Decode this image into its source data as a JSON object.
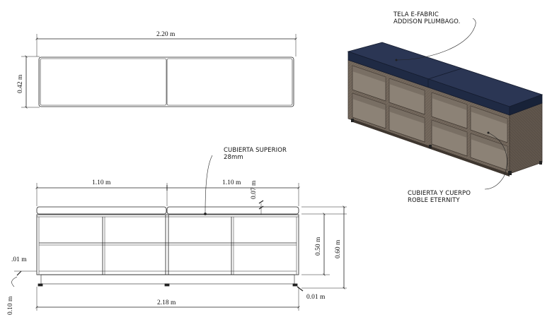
{
  "plan": {
    "length_label": "2.20 m",
    "depth_label": "0.42 m"
  },
  "elevation": {
    "module_left_label": "1.10 m",
    "module_right_label": "1.10 m",
    "cushion_height_label": "0.07 m",
    "box_height_label": "0.50 m",
    "total_height_label": "0.60 m",
    "base_gap_left_label": ".01 m",
    "leg_height_label": "0.10 m",
    "base_gap_right_label": "0.01 m",
    "base_length_label": "2.18 m",
    "top_note_line1": "CUBIERTA SUPERIOR",
    "top_note_line2": "28mm"
  },
  "perspective": {
    "fabric_note_line1": "TELA E-FABRIC",
    "fabric_note_line2": "ADDISON PLUMBAGO.",
    "body_note_line1": "CUBIERTA Y CUERPO",
    "body_note_line2": "ROBLE ETERNITY"
  },
  "colors": {
    "line": "#222222",
    "cushion": "#1f2a44",
    "cushion_top": "#2b3654",
    "wood": "#6e6358",
    "wood_dark": "#4f463e",
    "wood_light": "#8a8075"
  }
}
